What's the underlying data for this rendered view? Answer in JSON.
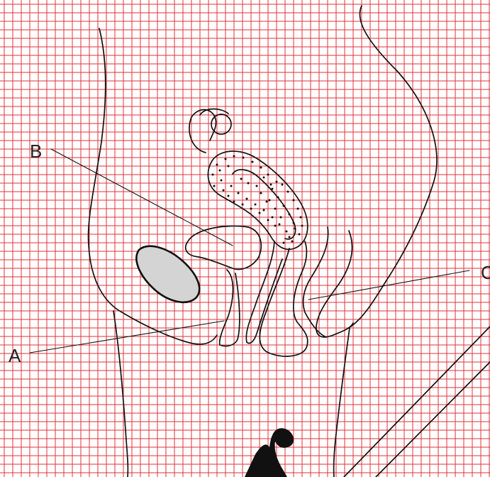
{
  "diagram": {
    "labels": {
      "a": "A",
      "b": "B",
      "c": "C"
    }
  },
  "colors": {
    "grid": "#e0303a",
    "outline": "#111111",
    "shaded_organ": "#d4d4d4",
    "background": "#ffffff"
  },
  "icons": {
    "bottom_shape": "black-silhouette-shape"
  }
}
